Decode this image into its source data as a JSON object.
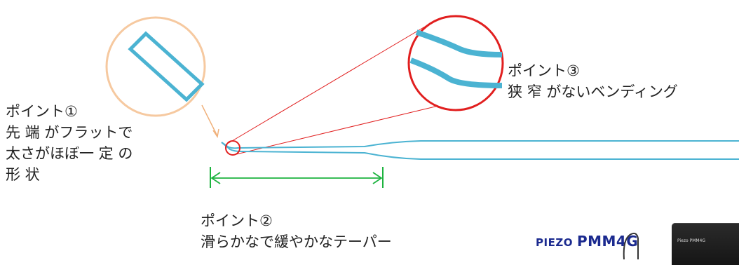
{
  "annotations": {
    "point1": {
      "lines": [
        "ポイント①",
        "先 端 がフラットで",
        "太さがほぼ一 定 の",
        "形 状"
      ]
    },
    "point2": {
      "lines": [
        "ポイント②",
        "滑らかなで緩やかなテーパー"
      ]
    },
    "point3": {
      "lines": [
        "ポイント③",
        "狭 窄 がないベンディング"
      ]
    }
  },
  "brand": {
    "company": "PIEZO",
    "product": "PMM4G",
    "device_label": "Piezo PMM4G"
  },
  "colors": {
    "pipette": "#4bb3d2",
    "zoom_tip_circle": "#f6c9a0",
    "zoom_tip_arrow": "#f0b07a",
    "zoom_bend_circle": "#e11f1f",
    "zoom_bend_lines": "#e11f1f",
    "taper_arrow": "#1db33f",
    "brand": "#1b2a8f"
  }
}
